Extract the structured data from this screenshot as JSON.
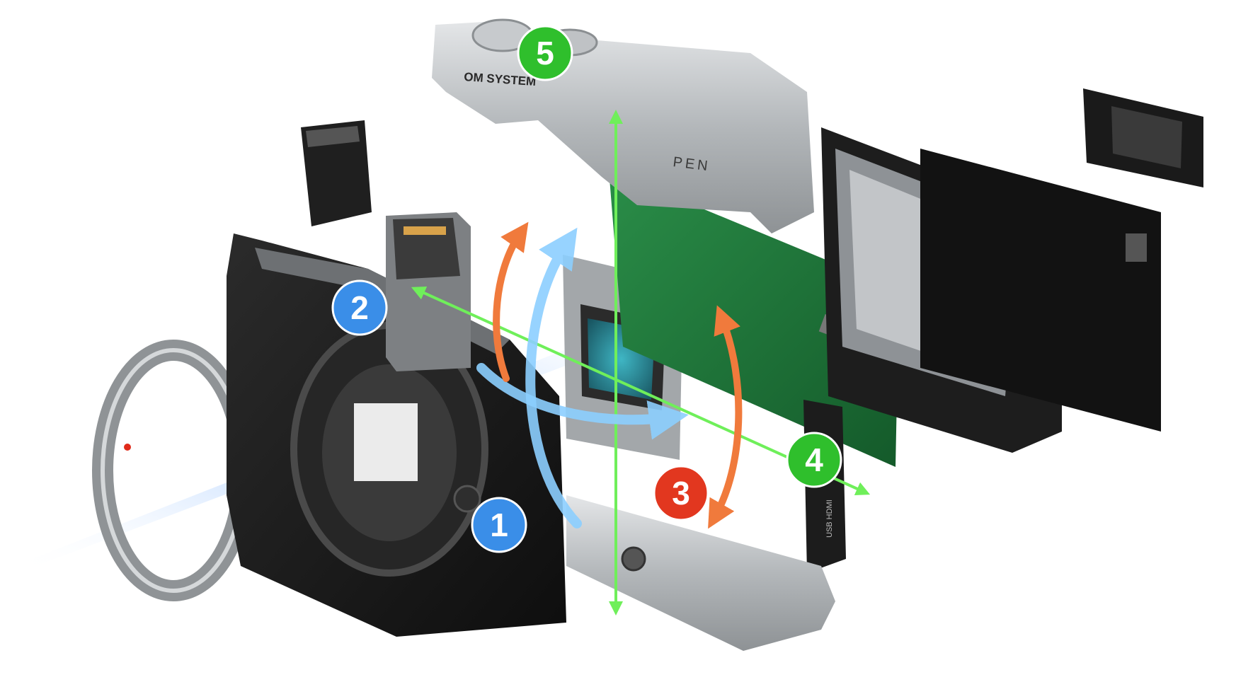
{
  "markings": {
    "brand": "OM SYSTEM",
    "model": "PEN",
    "port_label": "USB HDMI"
  },
  "axes": [
    {
      "id": "1",
      "color": "#3a8ee8",
      "label": "1"
    },
    {
      "id": "2",
      "color": "#3a8ee8",
      "label": "2"
    },
    {
      "id": "3",
      "color": "#e2371f",
      "label": "3"
    },
    {
      "id": "4",
      "color": "#2fbf2c",
      "label": "4"
    },
    {
      "id": "5",
      "color": "#2fbf2c",
      "label": "5"
    }
  ],
  "colors": {
    "green_axis": "#6fef5a",
    "blue_axis": "#7cc6ff",
    "orange_axis": "#f07a3c",
    "body_black": "#1c1c1c",
    "silver": "#b9bcbf",
    "pcb_green": "#1f7a3a"
  }
}
